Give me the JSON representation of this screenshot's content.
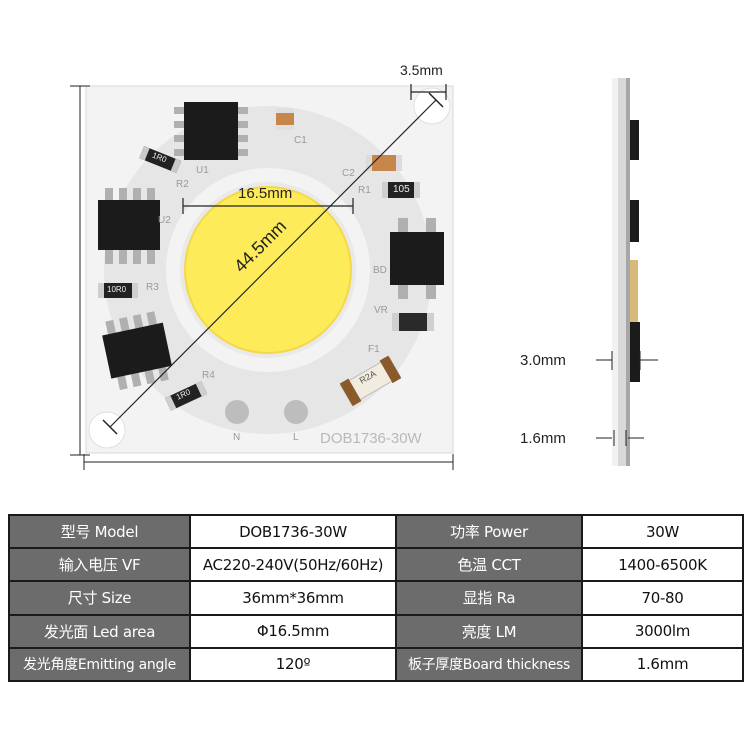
{
  "board": {
    "model_print": "DOB1736-30W",
    "labels": {
      "c1": "C1",
      "c2": "C2",
      "u1": "U1",
      "u2": "U2",
      "r1": "R1",
      "r2": "R2",
      "r3": "R3",
      "r4": "R4",
      "bd": "BD",
      "vr": "VR",
      "f1": "F1",
      "n": "N",
      "l": "L"
    },
    "resistor_codes": {
      "r1": "105",
      "r2": "1R0",
      "r3": "10R0",
      "r4": "1R0"
    },
    "fuse_code": "R2A"
  },
  "dimensions": {
    "gap": "3.5mm",
    "led_width": "16.5mm",
    "diagonal": "44.5mm",
    "component_height": "3.0mm",
    "board_thickness": "1.6mm"
  },
  "specs": [
    {
      "label1": "型号     Model",
      "value1": "DOB1736-30W",
      "label2": "功率    Power",
      "value2": "30W"
    },
    {
      "label1": "输入电压   VF",
      "value1": "AC220-240V(50Hz/60Hz)",
      "label2": "色温    CCT",
      "value2": "1400-6500K"
    },
    {
      "label1": "尺寸      Size",
      "value1": "36mm*36mm",
      "label2": "显指    Ra",
      "value2": "70-80"
    },
    {
      "label1": "发光面    Led area",
      "value1": "Φ16.5mm",
      "label2": "亮度    LM",
      "value2": "3000lm"
    },
    {
      "label1": "发光角度Emitting angle",
      "value1": "120º",
      "label2": "板子厚度Board thickness",
      "value2": "1.6mm"
    }
  ],
  "colors": {
    "led": "#fdeb5a",
    "pcb": "#f3f3f3",
    "header_cell": "#6c6c6c"
  }
}
